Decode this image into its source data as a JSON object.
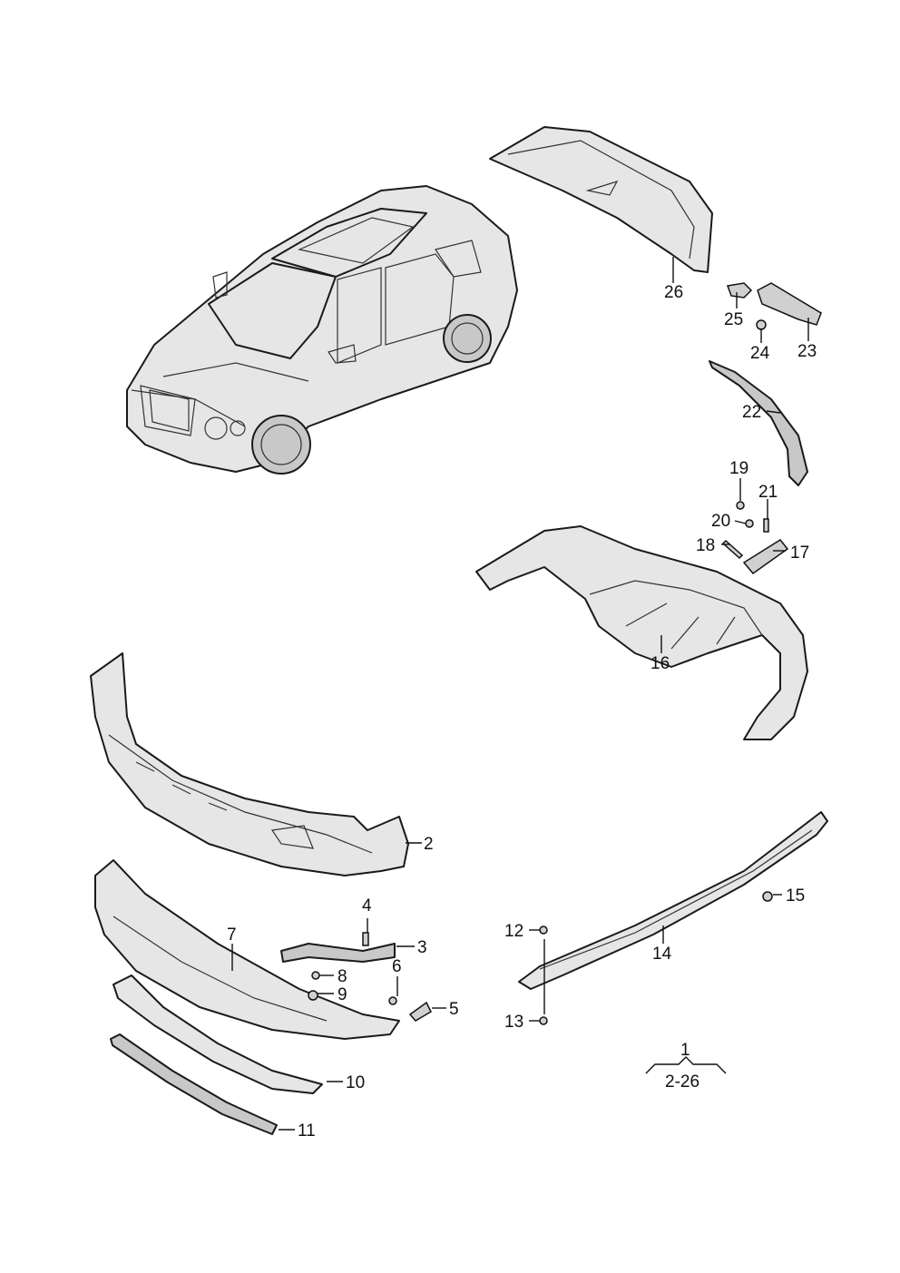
{
  "diagram": {
    "callouts": [
      {
        "id": "c1",
        "label": "1"
      },
      {
        "id": "c1r",
        "label": "2-26"
      },
      {
        "id": "c2",
        "label": "2"
      },
      {
        "id": "c3",
        "label": "3"
      },
      {
        "id": "c4",
        "label": "4"
      },
      {
        "id": "c5",
        "label": "5"
      },
      {
        "id": "c6",
        "label": "6"
      },
      {
        "id": "c7",
        "label": "7"
      },
      {
        "id": "c8",
        "label": "8"
      },
      {
        "id": "c9",
        "label": "9"
      },
      {
        "id": "c10",
        "label": "10"
      },
      {
        "id": "c11",
        "label": "11"
      },
      {
        "id": "c12",
        "label": "12"
      },
      {
        "id": "c13",
        "label": "13"
      },
      {
        "id": "c14",
        "label": "14"
      },
      {
        "id": "c15",
        "label": "15"
      },
      {
        "id": "c16",
        "label": "16"
      },
      {
        "id": "c17",
        "label": "17"
      },
      {
        "id": "c18",
        "label": "18"
      },
      {
        "id": "c19",
        "label": "19"
      },
      {
        "id": "c20",
        "label": "20"
      },
      {
        "id": "c21",
        "label": "21"
      },
      {
        "id": "c22",
        "label": "22"
      },
      {
        "id": "c23",
        "label": "23"
      },
      {
        "id": "c24",
        "label": "24"
      },
      {
        "id": "c25",
        "label": "25"
      },
      {
        "id": "c26",
        "label": "26"
      }
    ]
  }
}
